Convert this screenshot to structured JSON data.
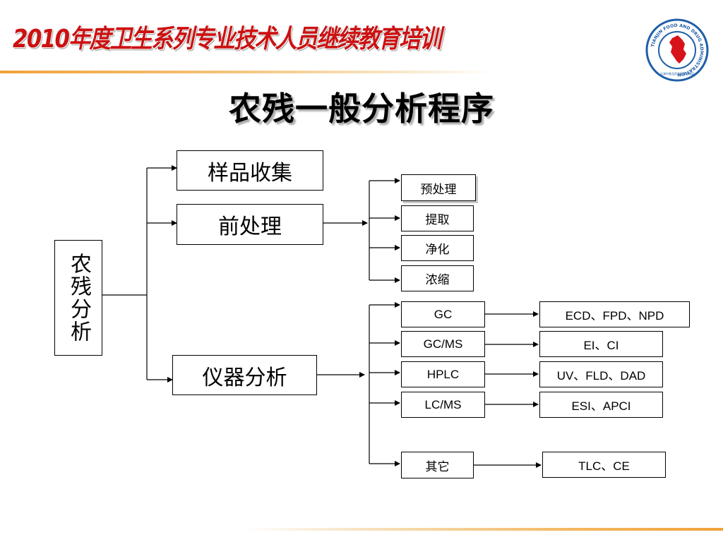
{
  "banner": {
    "text": "2010年度卫生系列专业技术人员继续教育培训"
  },
  "logo": {
    "ring_text": "TIANJIN FOOD AND DRUG ADMINISTRATION",
    "bottom_text": "天津市食品药品监督管理局"
  },
  "title": "农残一般分析程序",
  "colors": {
    "banner": "#cc1111",
    "rule": "#f1a23a",
    "logo_blue": "#1f5fa8",
    "logo_red": "#d8141b"
  },
  "diagram": {
    "root": "农残分析",
    "level1": {
      "sample": "样品收集",
      "pretreat": "前处理",
      "instrument": "仪器分析"
    },
    "pretreat_steps": [
      "预处理",
      "提取",
      "净化",
      "浓缩"
    ],
    "instruments": [
      {
        "name": "GC",
        "detectors": "ECD、FPD、NPD"
      },
      {
        "name": "GC/MS",
        "detectors": "EI、CI"
      },
      {
        "name": "HPLC",
        "detectors": "UV、FLD、DAD"
      },
      {
        "name": "LC/MS",
        "detectors": "ESI、APCI"
      },
      {
        "name": "其它",
        "detectors": "TLC、CE"
      }
    ]
  }
}
